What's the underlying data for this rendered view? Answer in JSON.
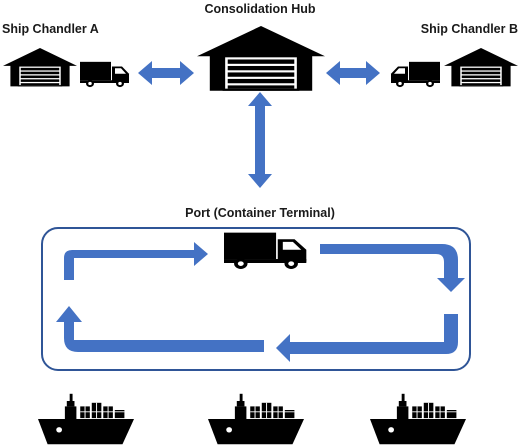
{
  "nodes": {
    "chandler_a": {
      "label": "Ship Chandler A"
    },
    "hub": {
      "label": "Consolidation Hub"
    },
    "chandler_b": {
      "label": "Ship Chandler B"
    },
    "port": {
      "label": "Port (Container Terminal)"
    }
  },
  "colors": {
    "arrow": "#4472C4",
    "frame": "#2F5597",
    "icon": "#000000"
  },
  "icons": {
    "warehouse": "warehouse-icon",
    "truck": "truck-icon",
    "ship": "container-ship-icon"
  }
}
